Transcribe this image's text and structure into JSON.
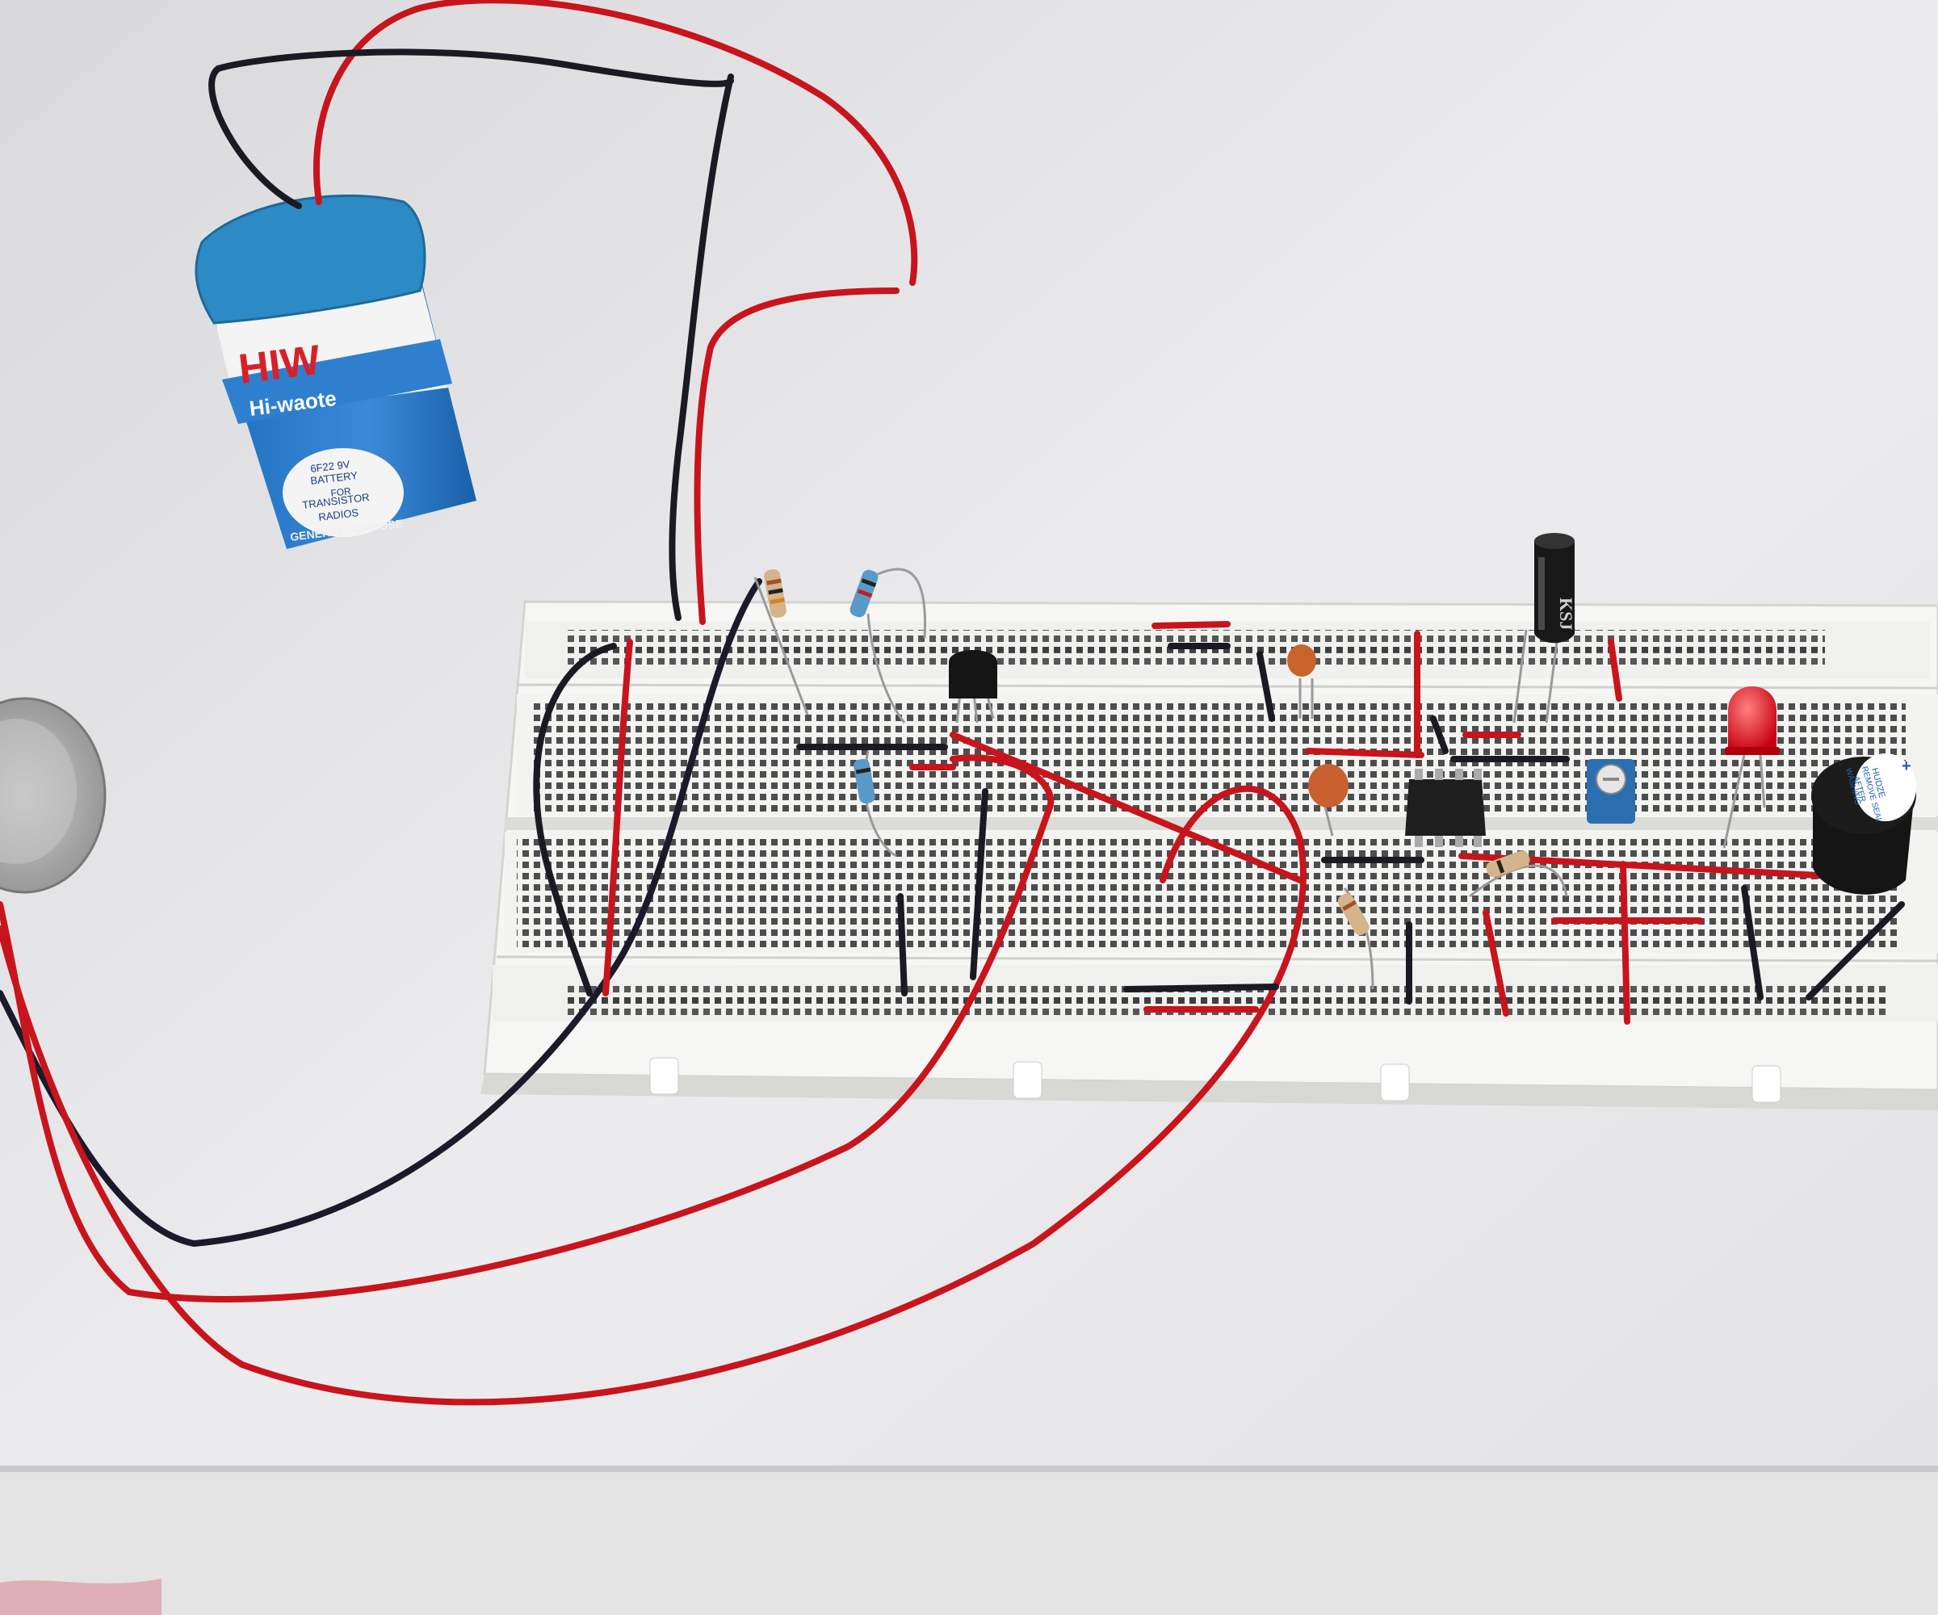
{
  "battery": {
    "brand": "HIW",
    "sub_brand": "Hi-waote",
    "label_line1": "6F22 9V",
    "label_line2": "BATTERY",
    "label_line3": "FOR",
    "label_line4": "TRANSISTOR",
    "label_line5": "RADIOS",
    "footer": "GENERAL PURPOSE",
    "color_body": "#2f7fcf",
    "color_cap": "#2c8ac4"
  },
  "capacitor": {
    "marking": "KSJ"
  },
  "buzzer": {
    "line1": "HUDZE",
    "line2": "REMOVE SEAL",
    "line3": "AFTER",
    "line4": "WASHING",
    "polarity": "+"
  },
  "colors": {
    "background": "#e8e8ea",
    "breadboard": "#f4f4f2",
    "wire_red": "#c8141c",
    "wire_black": "#1a1a22",
    "led": "#e8141a"
  }
}
